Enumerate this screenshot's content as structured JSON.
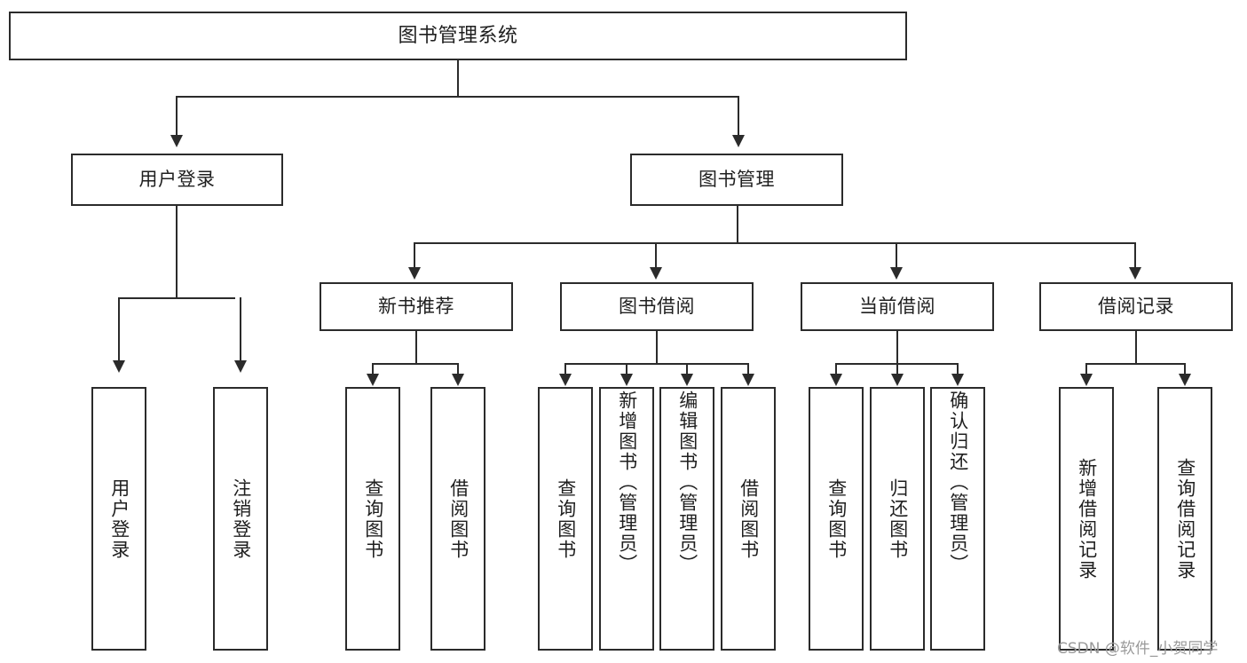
{
  "diagram": {
    "type": "hierarchy-tree",
    "title": "图书管理系统",
    "watermark": "CSDN @软件_小贺同学",
    "colors": {
      "stroke": "#2b2b2b",
      "fill": "#ffffff",
      "text": "#1f1f1f",
      "watermark": "#9a9a9a"
    },
    "root": {
      "label": "图书管理系统"
    },
    "level2": [
      {
        "id": "user-login",
        "label": "用户登录"
      },
      {
        "id": "book-management",
        "label": "图书管理"
      }
    ],
    "level3": [
      {
        "id": "new-book-recommend",
        "label": "新书推荐",
        "parent": "book-management"
      },
      {
        "id": "book-borrow",
        "label": "图书借阅",
        "parent": "book-management"
      },
      {
        "id": "current-borrow",
        "label": "当前借阅",
        "parent": "book-management"
      },
      {
        "id": "borrow-record",
        "label": "借阅记录",
        "parent": "book-management"
      }
    ],
    "leaves": [
      {
        "id": "leaf-user-login",
        "label": "用户登录",
        "parent": "user-login"
      },
      {
        "id": "leaf-logout",
        "label": "注销登录",
        "parent": "user-login"
      },
      {
        "id": "leaf-query-book-1",
        "label": "查询图书",
        "parent": "new-book-recommend"
      },
      {
        "id": "leaf-borrow-book-1",
        "label": "借阅图书",
        "parent": "new-book-recommend"
      },
      {
        "id": "leaf-query-book-2",
        "label": "查询图书",
        "parent": "book-borrow"
      },
      {
        "id": "leaf-add-book",
        "label": "新增图书（管理员）",
        "parent": "book-borrow"
      },
      {
        "id": "leaf-edit-book",
        "label": "编辑图书（管理员）",
        "parent": "book-borrow"
      },
      {
        "id": "leaf-borrow-book-2",
        "label": "借阅图书",
        "parent": "book-borrow"
      },
      {
        "id": "leaf-query-book-3",
        "label": "查询图书",
        "parent": "current-borrow"
      },
      {
        "id": "leaf-return-book",
        "label": "归还图书",
        "parent": "current-borrow"
      },
      {
        "id": "leaf-confirm-return",
        "label": "确认归还（管理员）",
        "parent": "current-borrow"
      },
      {
        "id": "leaf-add-record",
        "label": "新增借阅记录",
        "parent": "borrow-record"
      },
      {
        "id": "leaf-query-record",
        "label": "查询借阅记录",
        "parent": "borrow-record"
      }
    ]
  }
}
